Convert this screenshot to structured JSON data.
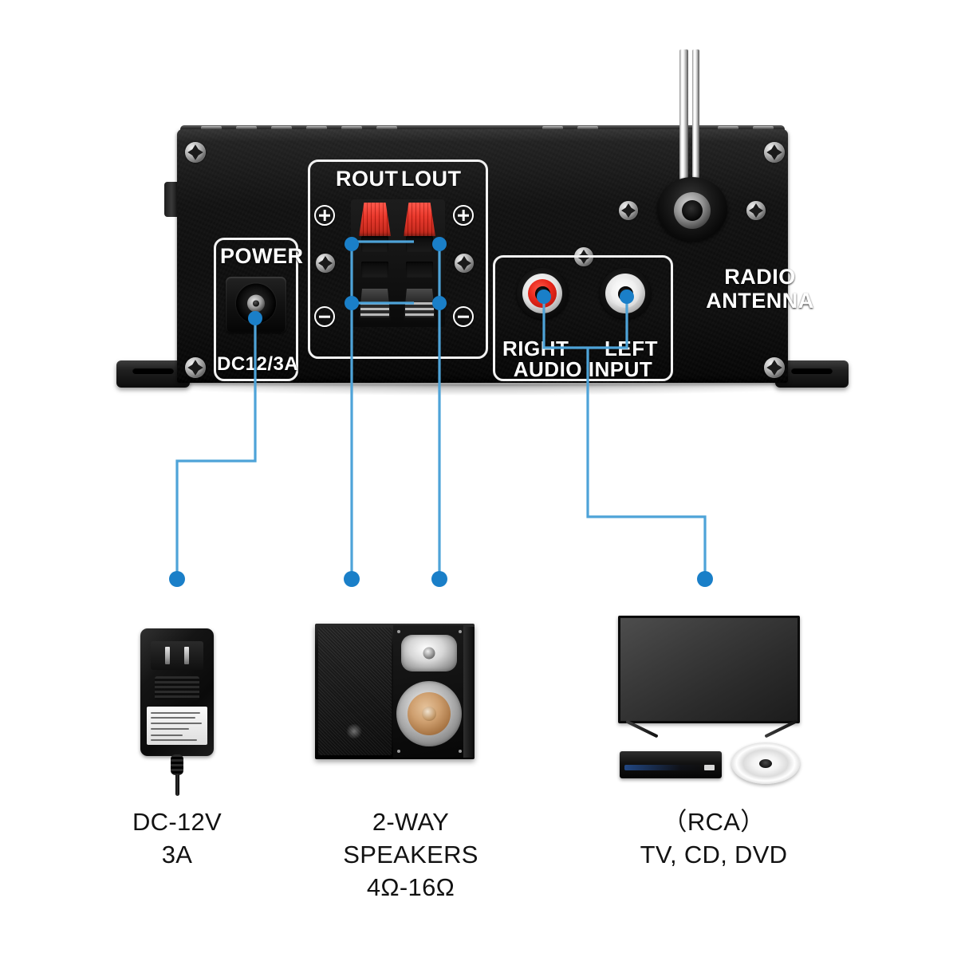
{
  "diagram": {
    "title": "Mini amplifier rear panel connection diagram",
    "accent_color": "#1a7fc8",
    "line_color": "#4ea3d8",
    "device_color": "#0d0d0d"
  },
  "amplifier": {
    "name": "mini-stereo-amplifier-rear-panel",
    "power_section": {
      "heading": "POWER",
      "rating": "DC12/3A"
    },
    "speaker_section": {
      "right_channel": "ROUT",
      "left_channel": "LOUT",
      "positive_symbol": "+",
      "negative_symbol": "-"
    },
    "rca_section": {
      "right_label": "RIGHT",
      "left_label": "LEFT",
      "group_label": "AUDIO INPUT",
      "right_jack_color": "#e8271b",
      "left_jack_color": "#ffffff"
    },
    "antenna_section": {
      "line1": "RADIO",
      "line2": "ANTENNA"
    }
  },
  "callouts": [
    {
      "id": "power",
      "icon": "ac-power-adapter",
      "caption_lines": [
        "DC-12V",
        "3A"
      ]
    },
    {
      "id": "speakers",
      "icon": "bookshelf-speaker",
      "caption_lines": [
        "2-WAY",
        "SPEAKERS",
        "4Ω-16Ω"
      ]
    },
    {
      "id": "rca-sources",
      "icon": "tv-dvd-cd",
      "caption_lines": [
        "（RCA）",
        "TV, CD, DVD"
      ]
    }
  ]
}
